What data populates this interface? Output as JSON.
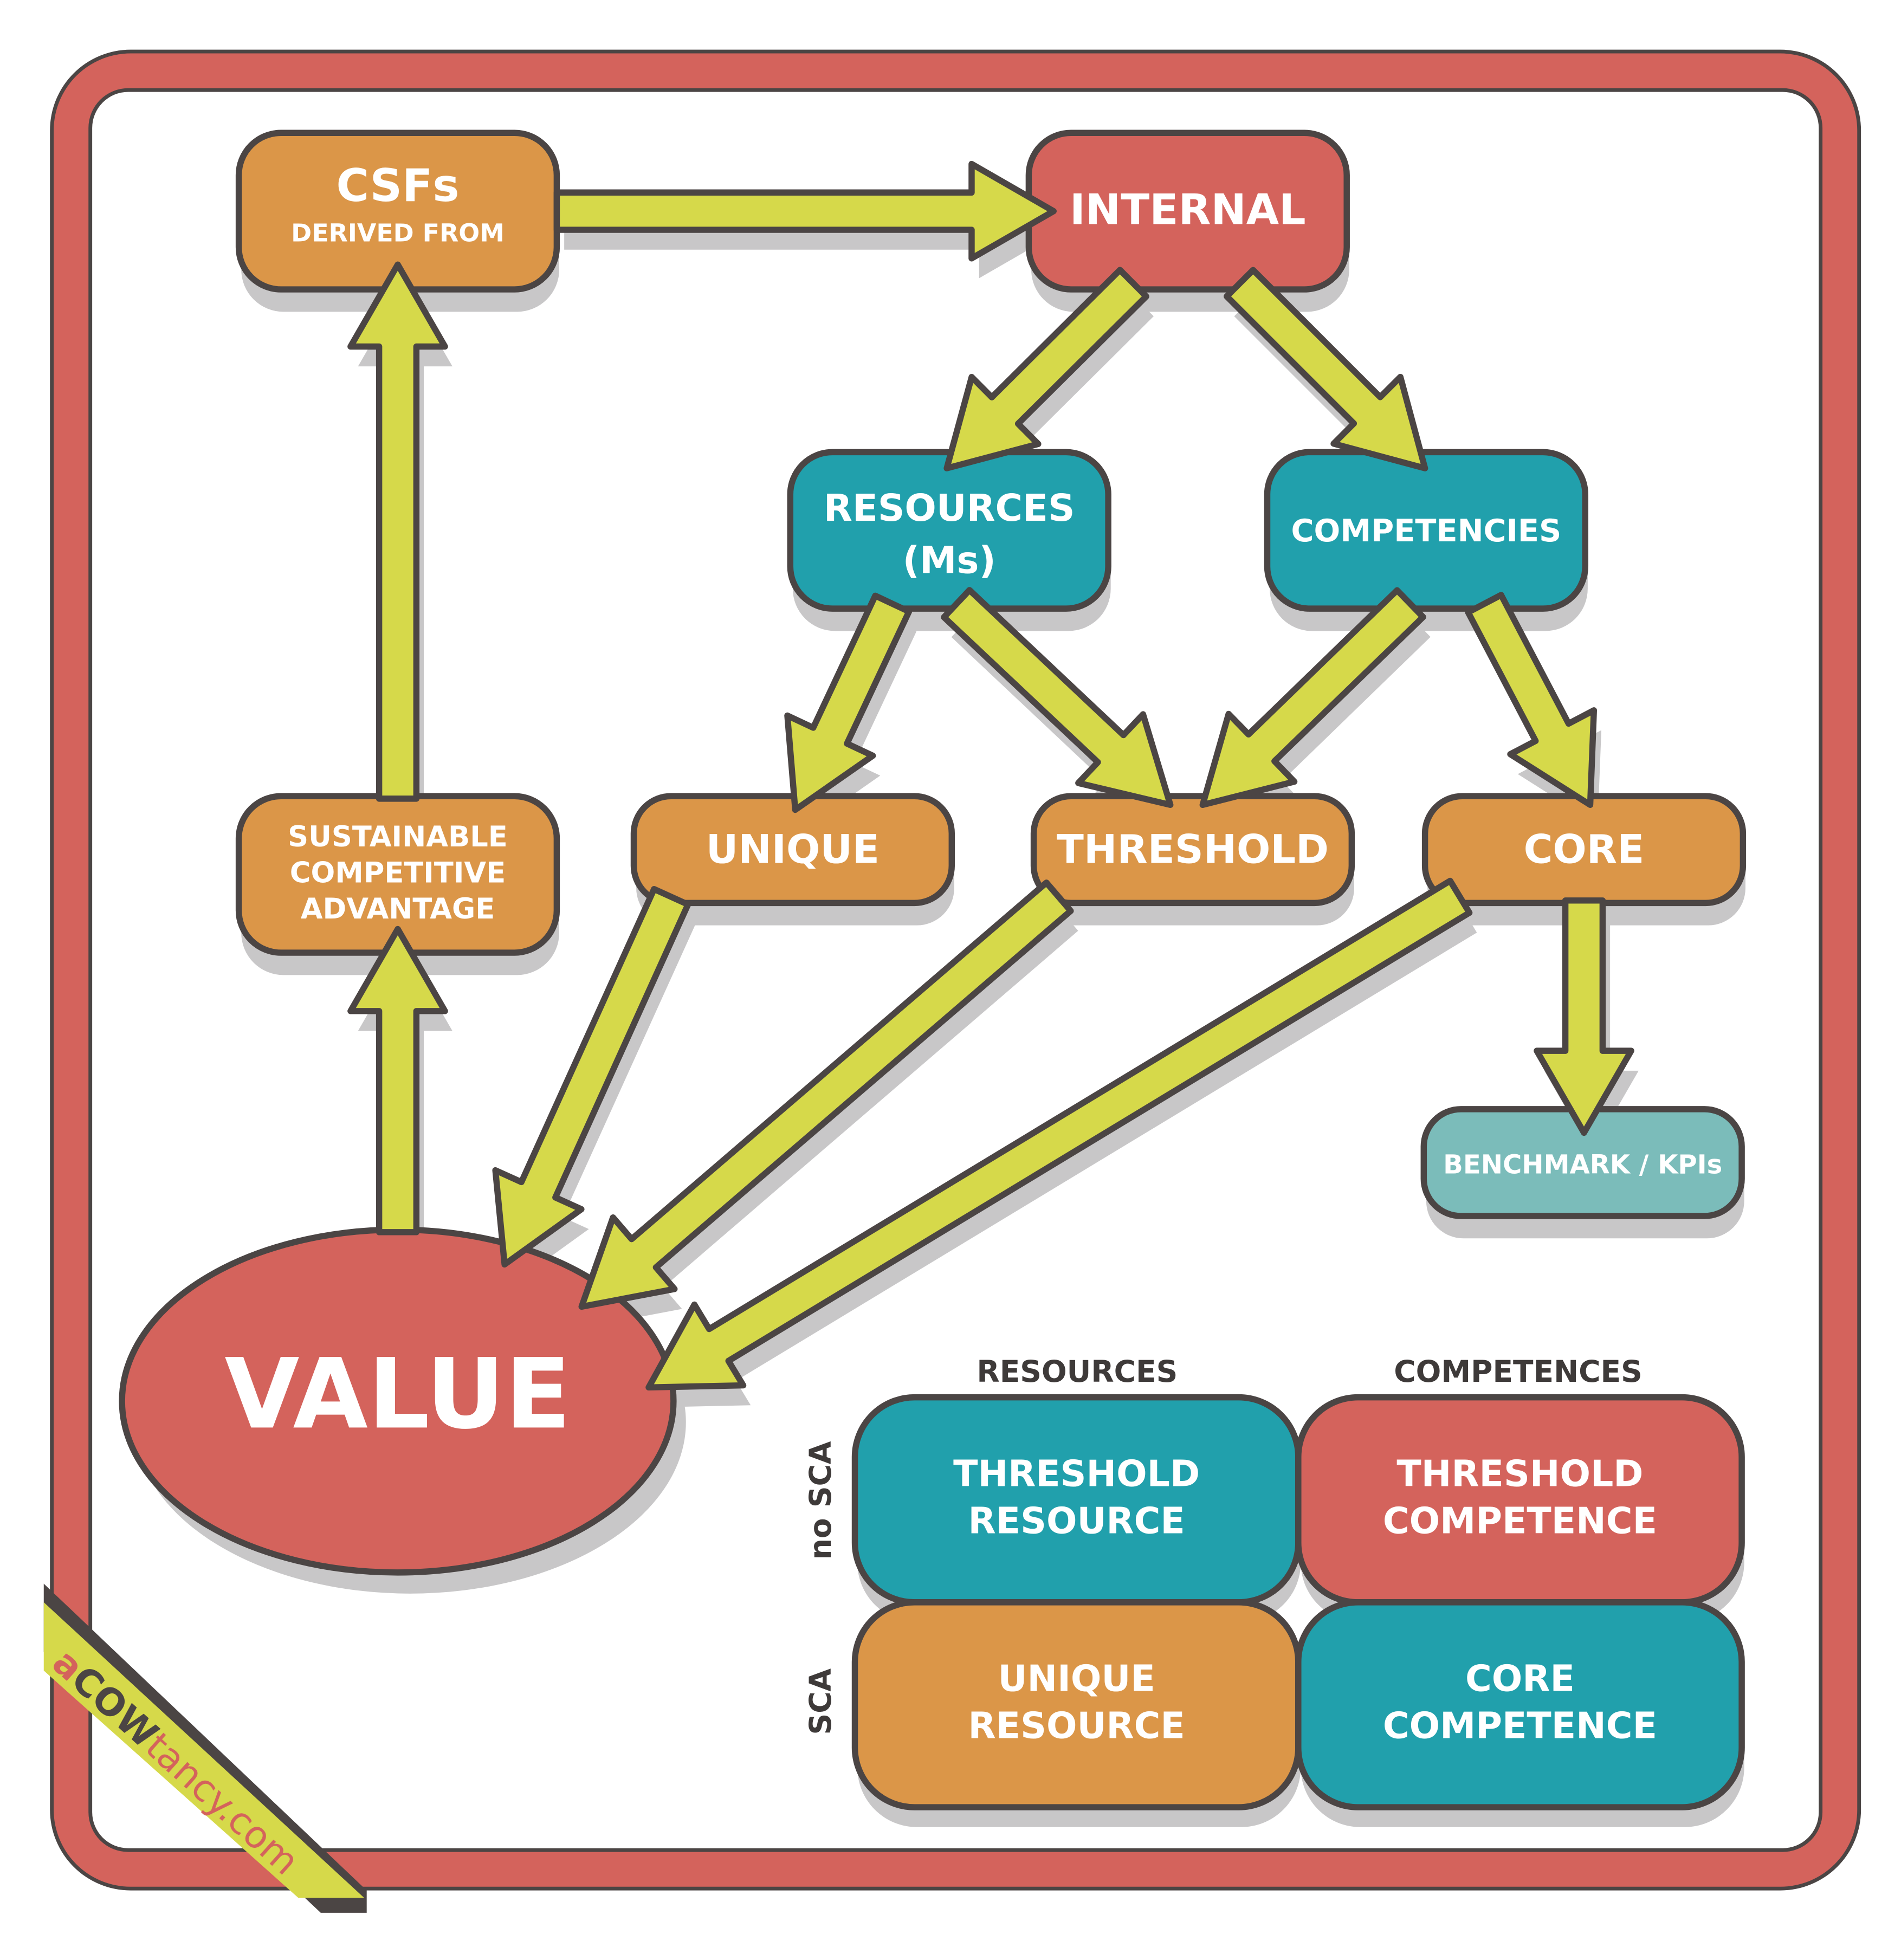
{
  "colors": {
    "frame": "#d4635c",
    "outline": "#4b4544",
    "shadow": "#c8c7c8",
    "arrow": "#d6d94a",
    "orange": "#db9648",
    "red": "#d4635c",
    "teal": "#21a0ac",
    "light_teal": "#7bbcba"
  },
  "nodes": {
    "csfs": {
      "title": "CSFs",
      "subtitle": "DERIVED FROM"
    },
    "internal": {
      "title": "INTERNAL"
    },
    "resources": {
      "line1": "RESOURCES",
      "line2": "(Ms)"
    },
    "competencies": {
      "title": "COMPETENCIES"
    },
    "sca": {
      "line1": "SUSTAINABLE",
      "line2": "COMPETITIVE",
      "line3": "ADVANTAGE"
    },
    "unique": {
      "title": "UNIQUE"
    },
    "threshold": {
      "title": "THRESHOLD"
    },
    "core": {
      "title": "CORE"
    },
    "benchmark": {
      "title": "BENCHMARK / KPIs"
    },
    "value": {
      "title": "VALUE"
    }
  },
  "arrows": [
    {
      "from": "csfs",
      "to": "internal"
    },
    {
      "from": "internal",
      "to": "resources"
    },
    {
      "from": "internal",
      "to": "competencies"
    },
    {
      "from": "resources",
      "to": "unique"
    },
    {
      "from": "resources",
      "to": "threshold"
    },
    {
      "from": "competencies",
      "to": "threshold"
    },
    {
      "from": "competencies",
      "to": "core"
    },
    {
      "from": "core",
      "to": "benchmark"
    },
    {
      "from": "unique",
      "to": "value"
    },
    {
      "from": "threshold",
      "to": "value"
    },
    {
      "from": "core",
      "to": "value"
    },
    {
      "from": "value",
      "to": "sca"
    },
    {
      "from": "sca",
      "to": "csfs"
    }
  ],
  "matrix": {
    "col_headers": [
      "RESOURCES",
      "COMPETENCES"
    ],
    "row_headers": [
      "no SCA",
      "SCA"
    ],
    "cells": [
      [
        {
          "line1": "THRESHOLD",
          "line2": "RESOURCE",
          "color": "teal"
        },
        {
          "line1": "THRESHOLD",
          "line2": "COMPETENCE",
          "color": "red"
        }
      ],
      [
        {
          "line1": "UNIQUE",
          "line2": "RESOURCE",
          "color": "orange"
        },
        {
          "line1": "CORE",
          "line2": "COMPETENCE",
          "color": "teal"
        }
      ]
    ]
  },
  "logo": {
    "part1": "a",
    "part2": "COW",
    "part3": "tancy.com"
  }
}
